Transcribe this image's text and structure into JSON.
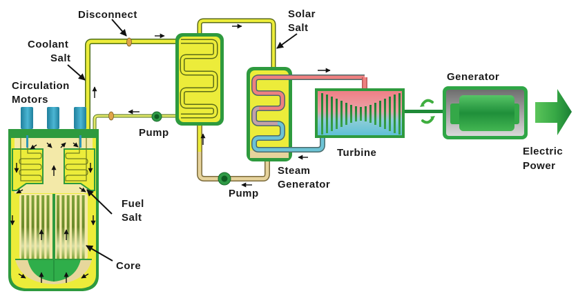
{
  "title": "Molten Salt Reactor Power System",
  "labels": {
    "disconnect": "Disconnect",
    "coolant_salt_1": "Coolant",
    "coolant_salt_2": "Salt",
    "circulation_motors_1": "Circulation",
    "circulation_motors_2": "Motors",
    "pump_primary": "Pump",
    "solar_salt_1": "Solar",
    "solar_salt_2": "Salt",
    "pump_secondary": "Pump",
    "steam_generator_1": "Steam",
    "steam_generator_2": "Generator",
    "turbine": "Turbine",
    "generator": "Generator",
    "electric_power_1": "Electric",
    "electric_power_2": "Power",
    "fuel_salt_1": "Fuel",
    "fuel_salt_2": "Salt",
    "core": "Core"
  },
  "components": [
    {
      "id": "reactor-vessel",
      "name": "Reactor Vessel"
    },
    {
      "id": "circulation-motors",
      "name": "Circulation Motors",
      "count": 3
    },
    {
      "id": "intermediate-heat-exchanger",
      "name": "Heat Exchanger"
    },
    {
      "id": "steam-generator",
      "name": "Steam Generator"
    },
    {
      "id": "turbine",
      "name": "Turbine"
    },
    {
      "id": "generator",
      "name": "Generator"
    }
  ],
  "colors": {
    "vessel_green": "#2e9a3e",
    "salt_yellow": "#ecec3a",
    "pale_yellow": "#f5e9a8",
    "tan": "#e8d49a",
    "motor_blue": "#2e95b8",
    "steam_hot": "#ee7a7a",
    "steam_cool": "#6cc3d5",
    "gen_gray": "#8c8c8c",
    "gen_green": "#31b24a"
  }
}
